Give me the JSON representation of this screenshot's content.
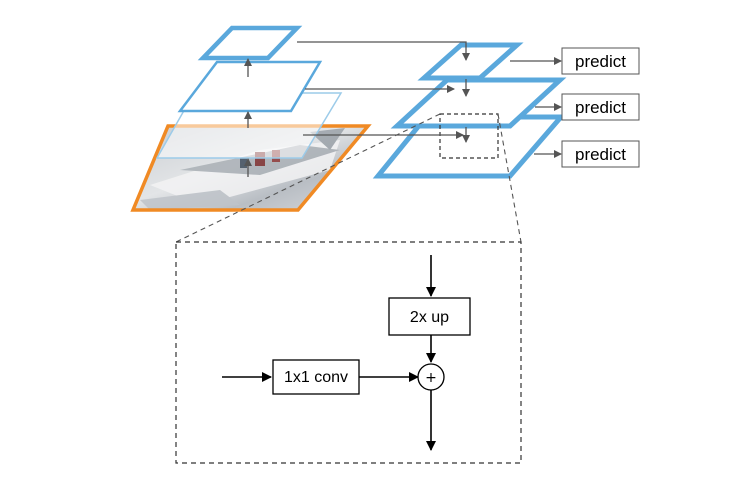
{
  "predict_boxes": [
    {
      "label": "predict"
    },
    {
      "label": "predict"
    },
    {
      "label": "predict"
    }
  ],
  "detail": {
    "upsample_label": "2x up",
    "lateral_conv_label": "1x1 conv",
    "merge_symbol": "+"
  },
  "colors": {
    "pyramid_blue": "#5aa8dc",
    "pyramid_blue_light": "#9ccbe9",
    "image_orange": "#f08a24",
    "arrow_gray": "#555555",
    "stroke_black": "#000000"
  }
}
